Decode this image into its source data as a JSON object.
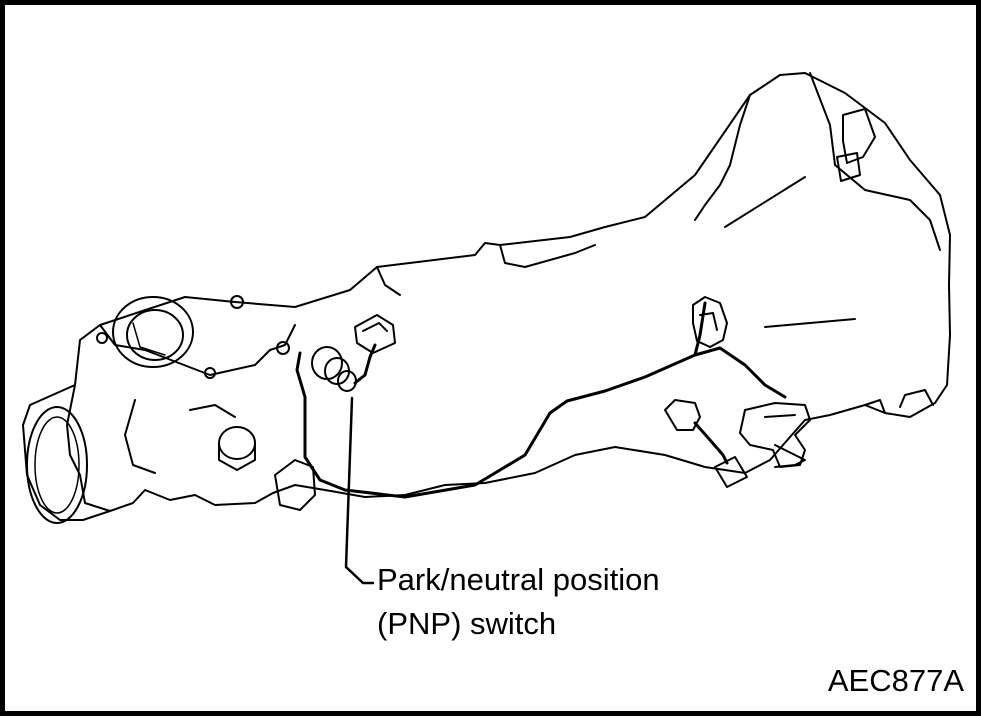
{
  "callout": {
    "line1": "Park/neutral position",
    "line2": "(PNP) switch"
  },
  "figure_code": "AEC877A"
}
